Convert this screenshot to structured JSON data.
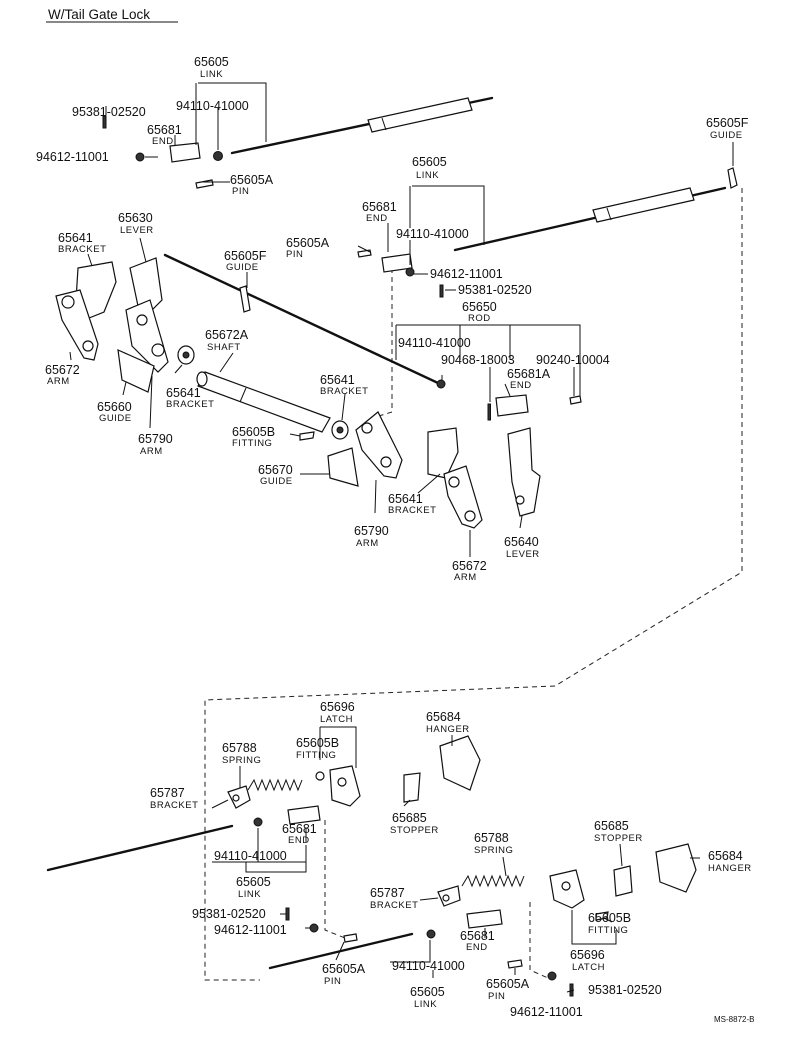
{
  "title": "W/Tail Gate Lock",
  "labels": [
    {
      "id": "t-65605-link",
      "pn": "65605",
      "sub": "LINK"
    },
    {
      "id": "t-94110-a",
      "pn": "94110-41000"
    },
    {
      "id": "t-95381-a",
      "pn": "95381-02520"
    },
    {
      "id": "t-65681-end-a",
      "pn": "65681",
      "sub": "END"
    },
    {
      "id": "t-94612-a",
      "pn": "94612-11001"
    },
    {
      "id": "t-65605a-pin-a",
      "pn": "65605A",
      "sub": "PIN"
    },
    {
      "id": "t-65605f-guide-r",
      "pn": "65605F",
      "sub": "GUIDE"
    },
    {
      "id": "t-65605-link-b",
      "pn": "65605",
      "sub": "LINK"
    },
    {
      "id": "t-65681-end-b",
      "pn": "65681",
      "sub": "END"
    },
    {
      "id": "t-94110-b",
      "pn": "94110-41000"
    },
    {
      "id": "t-65641-bracket-a",
      "pn": "65641",
      "sub": "BRACKET"
    },
    {
      "id": "t-65630-lever",
      "pn": "65630",
      "sub": "LEVER"
    },
    {
      "id": "t-65605f-guide-m",
      "pn": "65605F",
      "sub": "GUIDE"
    },
    {
      "id": "t-65605a-pin-b",
      "pn": "65605A",
      "sub": "PIN"
    },
    {
      "id": "t-94612-b",
      "pn": "94612-11001"
    },
    {
      "id": "t-95381-b",
      "pn": "95381-02520"
    },
    {
      "id": "t-65650-rod",
      "pn": "65650",
      "sub": "ROD"
    },
    {
      "id": "t-94110-c",
      "pn": "94110-41000"
    },
    {
      "id": "t-90468",
      "pn": "90468-18003"
    },
    {
      "id": "t-90240",
      "pn": "90240-10004"
    },
    {
      "id": "t-65681a-end",
      "pn": "65681A",
      "sub": "END"
    },
    {
      "id": "t-65672a-shaft",
      "pn": "65672A",
      "sub": "SHAFT"
    },
    {
      "id": "t-65672-arm-a",
      "pn": "65672",
      "sub": "ARM"
    },
    {
      "id": "t-65641-bracket-b",
      "pn": "65641",
      "sub": "BRACKET"
    },
    {
      "id": "t-65641-bracket-c",
      "pn": "65641",
      "sub": "BRACKET"
    },
    {
      "id": "t-65660-guide",
      "pn": "65660",
      "sub": "GUIDE"
    },
    {
      "id": "t-65790-arm-a",
      "pn": "65790",
      "sub": "ARM"
    },
    {
      "id": "t-65605b-fitting-a",
      "pn": "65605B",
      "sub": "FITTING"
    },
    {
      "id": "t-65670-guide",
      "pn": "65670",
      "sub": "GUIDE"
    },
    {
      "id": "t-65641-bracket-d",
      "pn": "65641",
      "sub": "BRACKET"
    },
    {
      "id": "t-65790-arm-b",
      "pn": "65790",
      "sub": "ARM"
    },
    {
      "id": "t-65640-lever",
      "pn": "65640",
      "sub": "LEVER"
    },
    {
      "id": "t-65672-arm-b",
      "pn": "65672",
      "sub": "ARM"
    },
    {
      "id": "t-65696-latch-a",
      "pn": "65696",
      "sub": "LATCH"
    },
    {
      "id": "t-65684-hanger-a",
      "pn": "65684",
      "sub": "HANGER"
    },
    {
      "id": "t-65788-spring-a",
      "pn": "65788",
      "sub": "SPRING"
    },
    {
      "id": "t-65605b-fitting-b",
      "pn": "65605B",
      "sub": "FITTING"
    },
    {
      "id": "t-65787-bracket-a",
      "pn": "65787",
      "sub": "BRACKET"
    },
    {
      "id": "t-65685-stopper-a",
      "pn": "65685",
      "sub": "STOPPER"
    },
    {
      "id": "t-65681-end-c",
      "pn": "65681",
      "sub": "END"
    },
    {
      "id": "t-94110-d",
      "pn": "94110-41000"
    },
    {
      "id": "t-65605-link-c",
      "pn": "65605",
      "sub": "LINK"
    },
    {
      "id": "t-95381-c",
      "pn": "95381-02520"
    },
    {
      "id": "t-94612-c",
      "pn": "94612-11001"
    },
    {
      "id": "t-65605a-pin-c",
      "pn": "65605A",
      "sub": "PIN"
    },
    {
      "id": "t-65788-spring-b",
      "pn": "65788",
      "sub": "SPRING"
    },
    {
      "id": "t-65685-stopper-b",
      "pn": "65685",
      "sub": "STOPPER"
    },
    {
      "id": "t-65684-hanger-b",
      "pn": "65684",
      "sub": "HANGER"
    },
    {
      "id": "t-65787-bracket-b",
      "pn": "65787",
      "sub": "BRACKET"
    },
    {
      "id": "t-65605b-fitting-c",
      "pn": "65605B",
      "sub": "FITTING"
    },
    {
      "id": "t-65681-end-d",
      "pn": "65681",
      "sub": "END"
    },
    {
      "id": "t-65696-latch-b",
      "pn": "65696",
      "sub": "LATCH"
    },
    {
      "id": "t-94110-e",
      "pn": "94110-41000"
    },
    {
      "id": "t-65605a-pin-d",
      "pn": "65605A",
      "sub": "PIN"
    },
    {
      "id": "t-95381-d",
      "pn": "95381-02520"
    },
    {
      "id": "t-65605-link-d",
      "pn": "65605",
      "sub": "LINK"
    },
    {
      "id": "t-94612-d",
      "pn": "94612-11001"
    }
  ],
  "drawing_code": "MS-8872-B"
}
